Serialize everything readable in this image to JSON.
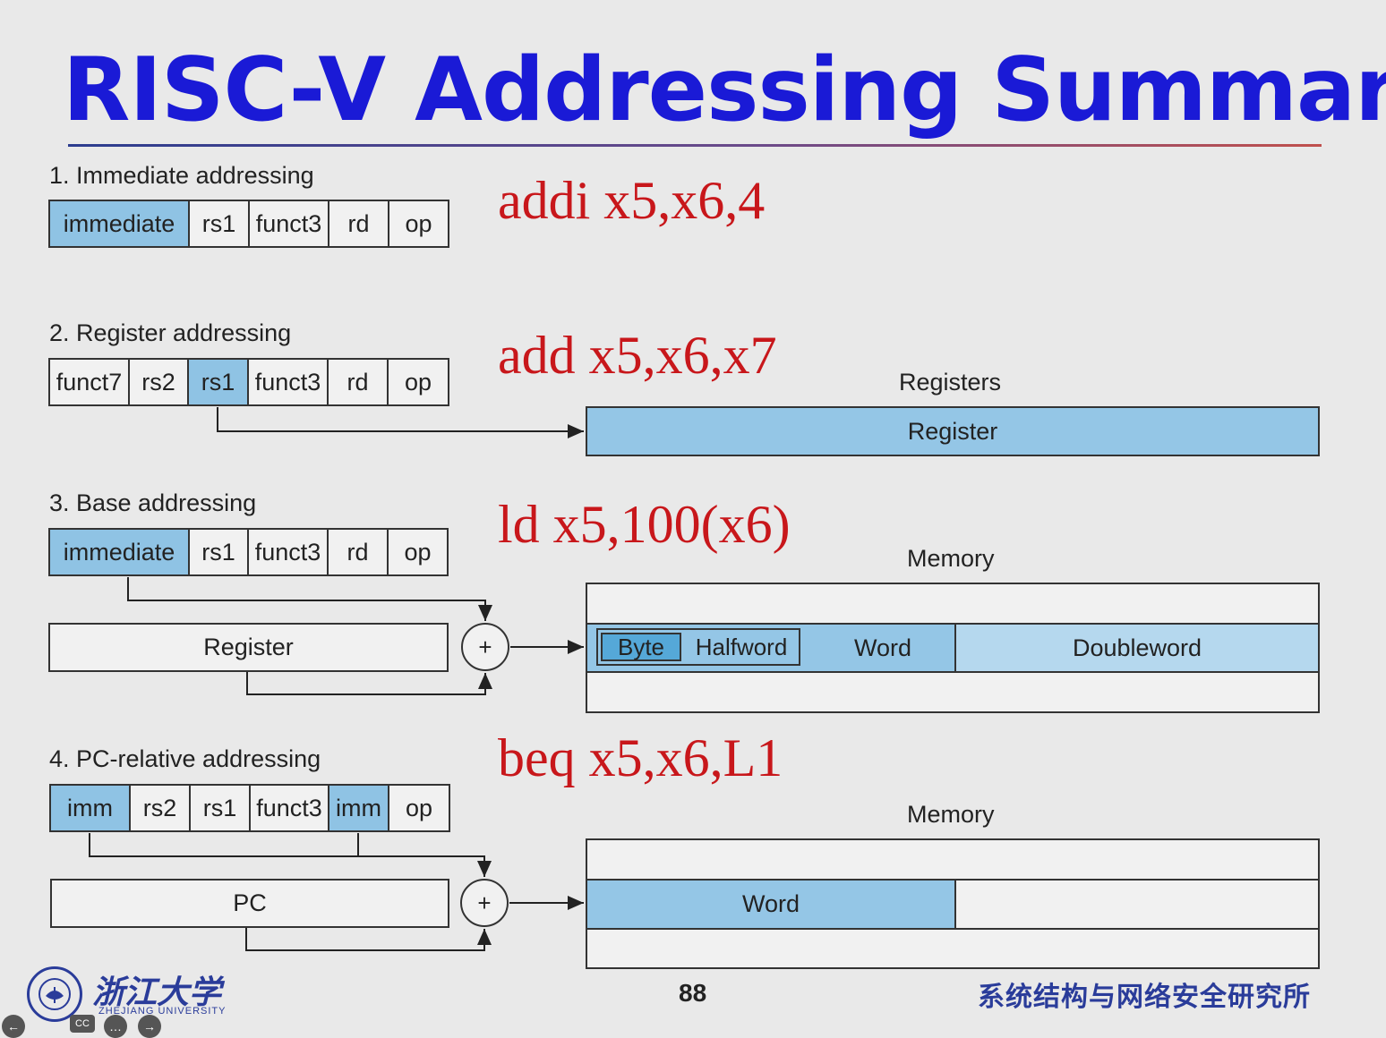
{
  "title": "RISC-V Addressing Summary",
  "sections": [
    {
      "label": "1.  Immediate addressing",
      "code": "addi x5,x6,4",
      "fields": [
        "immediate",
        "rs1",
        "funct3",
        "rd",
        "op"
      ]
    },
    {
      "label": "2. Register addressing",
      "code": "add x5,x6,x7",
      "fields": [
        "funct7",
        "rs2",
        "rs1",
        "funct3",
        "rd",
        "op"
      ],
      "target_caption": "Registers",
      "target_label": "Register"
    },
    {
      "label": "3.  Base addressing",
      "code": "ld x5,100(x6)",
      "fields": [
        "immediate",
        "rs1",
        "funct3",
        "rd",
        "op"
      ],
      "operand_label": "Register",
      "adder_symbol": "+",
      "target_caption": "Memory",
      "memory_cells": [
        "Byte",
        "Halfword",
        "Word",
        "Doubleword"
      ]
    },
    {
      "label": "4.  PC-relative addressing",
      "code": "beq x5,x6,L1",
      "fields": [
        "imm",
        "rs2",
        "rs1",
        "funct3",
        "imm",
        "op"
      ],
      "operand_label": "PC",
      "adder_symbol": "+",
      "target_caption": "Memory",
      "memory_cells": [
        "Word"
      ]
    }
  ],
  "footer": {
    "page_number": "88",
    "university_name": "浙江大学",
    "university_sub": "ZHEJIANG UNIVERSITY",
    "lab_name": "系统结构与网络安全研究所",
    "player_controls": [
      "prev-icon",
      "cc-icon",
      "more-icon",
      "next-icon"
    ],
    "cc_label": "CC"
  },
  "colors": {
    "title": "#1a1ad6",
    "code": "#c8171b",
    "highlight": "#94c6e6",
    "lab": "#2a3c9a"
  }
}
